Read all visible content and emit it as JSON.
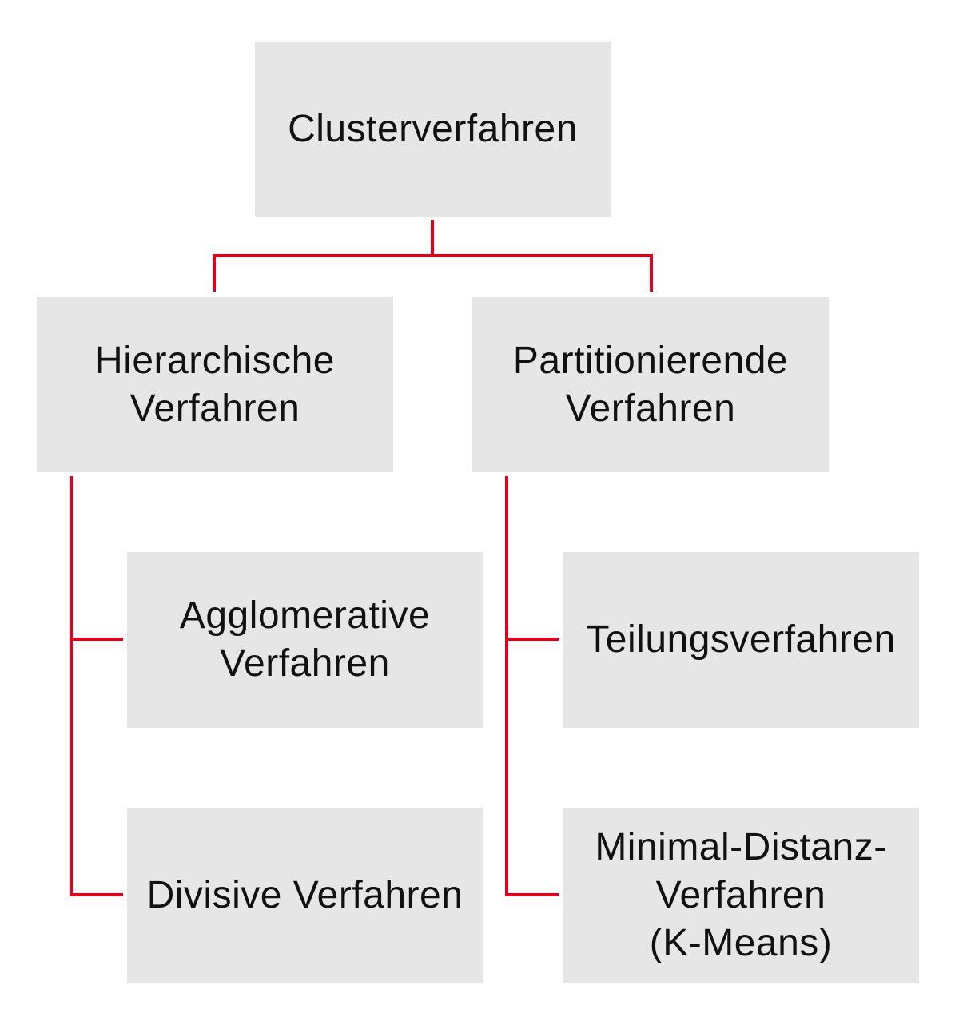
{
  "colors": {
    "box_fill": "#e6e6e6",
    "connector": "#e2001a",
    "text": "#111111"
  },
  "diagram": {
    "root": {
      "label": "Clusterverfahren"
    },
    "hierarchical": {
      "label": "Hierarchische\nVerfahren",
      "children": [
        {
          "label": "Agglomerative\nVerfahren"
        },
        {
          "label": "Divisive Verfahren"
        }
      ]
    },
    "partitioning": {
      "label": "Partitionierende\nVerfahren",
      "children": [
        {
          "label": "Teilungsverfahren"
        },
        {
          "label": "Minimal-Distanz-\nVerfahren\n(K-Means)"
        }
      ]
    }
  }
}
